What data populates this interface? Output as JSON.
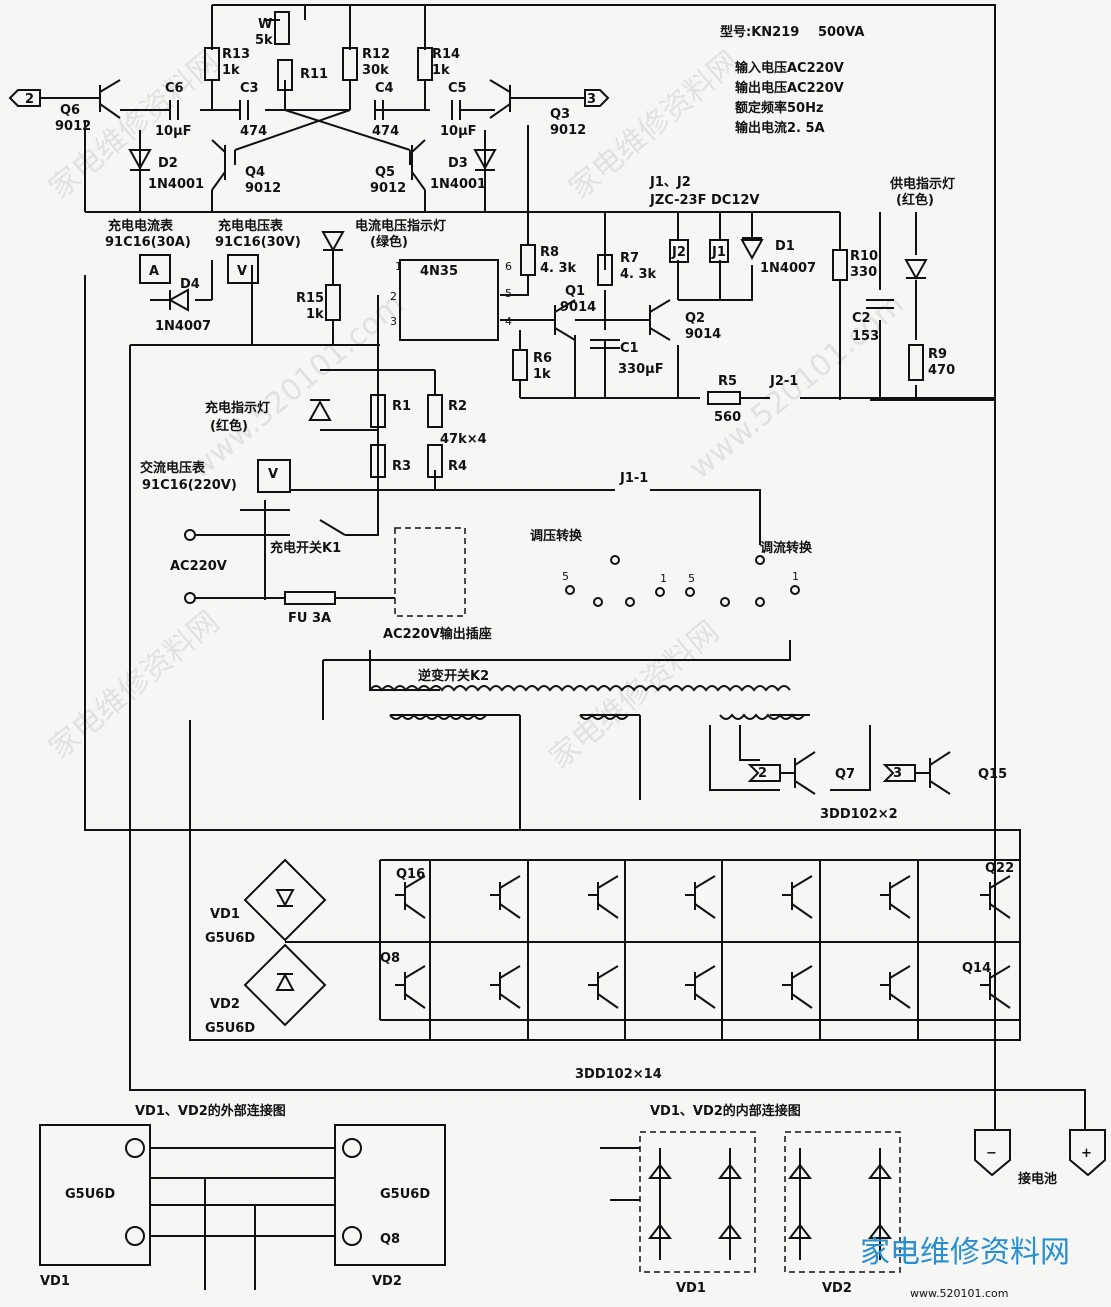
{
  "spec": {
    "model": "型号:KN219",
    "power": "500VA",
    "input": "输入电压AC220V",
    "output": "输出电压AC220V",
    "freq": "额定频率50Hz",
    "current": "输出电流2. 5A"
  },
  "labels": {
    "q6": "Q6",
    "q6_type": "9012",
    "q3": "Q3",
    "q3_type": "9012",
    "q4": "Q4",
    "q4_type": "9012",
    "q5": "Q5",
    "q5_type": "9012",
    "w": "W",
    "w_val": "5k",
    "r13": "R13",
    "r13_val": "1k",
    "r11": "R11",
    "r12": "R12",
    "r12_val": "30k",
    "r14": "R14",
    "r14_val": "1k",
    "c6": "C6",
    "c6_val": "10μF",
    "c3": "C3",
    "c3_val": "474",
    "c4": "C4",
    "c4_val": "474",
    "c5": "C5",
    "c5_val": "10μF",
    "d2": "D2",
    "d2_val": "1N4001",
    "d3": "D3",
    "d3_val": "1N4001",
    "ammeter_title": "充电电流表",
    "ammeter_model": "91C16(30A)",
    "voltmeter_title": "充电电压表",
    "voltmeter_model": "91C16(30V)",
    "indicator_title": "电流电压指示灯",
    "indicator_color": "(绿色)",
    "ammeter_sym": "A",
    "voltmeter_sym": "V",
    "d4": "D4",
    "d4_val": "1N4007",
    "r15": "R15",
    "r15_val": "1k",
    "optocoupler": "4N35",
    "pin1": "1",
    "pin2": "2",
    "pin3": "3",
    "pin4": "4",
    "pin5": "5",
    "pin6": "6",
    "r8": "R8",
    "r8_val": "4. 3k",
    "r7": "R7",
    "r7_val": "4. 3k",
    "r6": "R6",
    "r6_val": "1k",
    "q1": "Q1",
    "q1_type": "9014",
    "q2": "Q2",
    "q2_type": "9014",
    "c1": "C1",
    "c1_val": "330μF",
    "r5": "R5",
    "r5_val": "560",
    "j2_1": "J2-1",
    "relay_title": "J1、J2",
    "relay_model": "JZC-23F  DC12V",
    "j2": "J2",
    "j1": "J1",
    "d1": "D1",
    "d1_val": "1N4007",
    "r10": "R10",
    "r10_val": "330",
    "c2": "C2",
    "c2_val": "153",
    "r9": "R9",
    "r9_val": "470",
    "power_led_title": "供电指示灯",
    "power_led_color": "(红色)",
    "charge_led_title": "充电指示灯",
    "charge_led_color": "(红色)",
    "r1": "R1",
    "r2": "R2",
    "r3": "R3",
    "r4": "R4",
    "r_group": "47k×4",
    "ac_meter_title": "交流电压表",
    "ac_meter_model": "91C16(220V)",
    "ac_v_sym": "V",
    "j1_1": "J1-1",
    "k1": "充电开关K1",
    "ac220": "AC220V",
    "fuse": "FU  3A",
    "socket": "AC220V输出插座",
    "volt_switch": "调压转换",
    "curr_switch": "调流转换",
    "k2": "逆变开关K2",
    "q7": "Q7",
    "q15": "Q15",
    "q7_q15_type": "3DD102×2",
    "in2": "2",
    "in3": "3",
    "q16": "Q16",
    "q22": "Q22",
    "q8": "Q8",
    "q14": "Q14",
    "bank_type": "3DD102×14",
    "vd1": "VD1",
    "vd1_type": "G5U6D",
    "vd2": "VD2",
    "vd2_type": "G5U6D",
    "battery": "接电池",
    "ext_title": "VD1、VD2的外部连接图",
    "int_title": "VD1、VD2的内部连接图",
    "ext_g1": "G5U6D",
    "ext_g2": "G5U6D",
    "ext_q8": "Q8",
    "ext_vd1": "VD1",
    "ext_vd2": "VD2",
    "int_vd1": "VD1",
    "int_vd2": "VD2",
    "sw_5a": "5",
    "sw_1a": "1",
    "sw_5b": "5",
    "sw_1b": "1",
    "watermark": "家电维修资料网",
    "watermark_url": "www.520101.com",
    "logo_text": "家电维修资料网",
    "logo_url": "www.520101.com"
  }
}
